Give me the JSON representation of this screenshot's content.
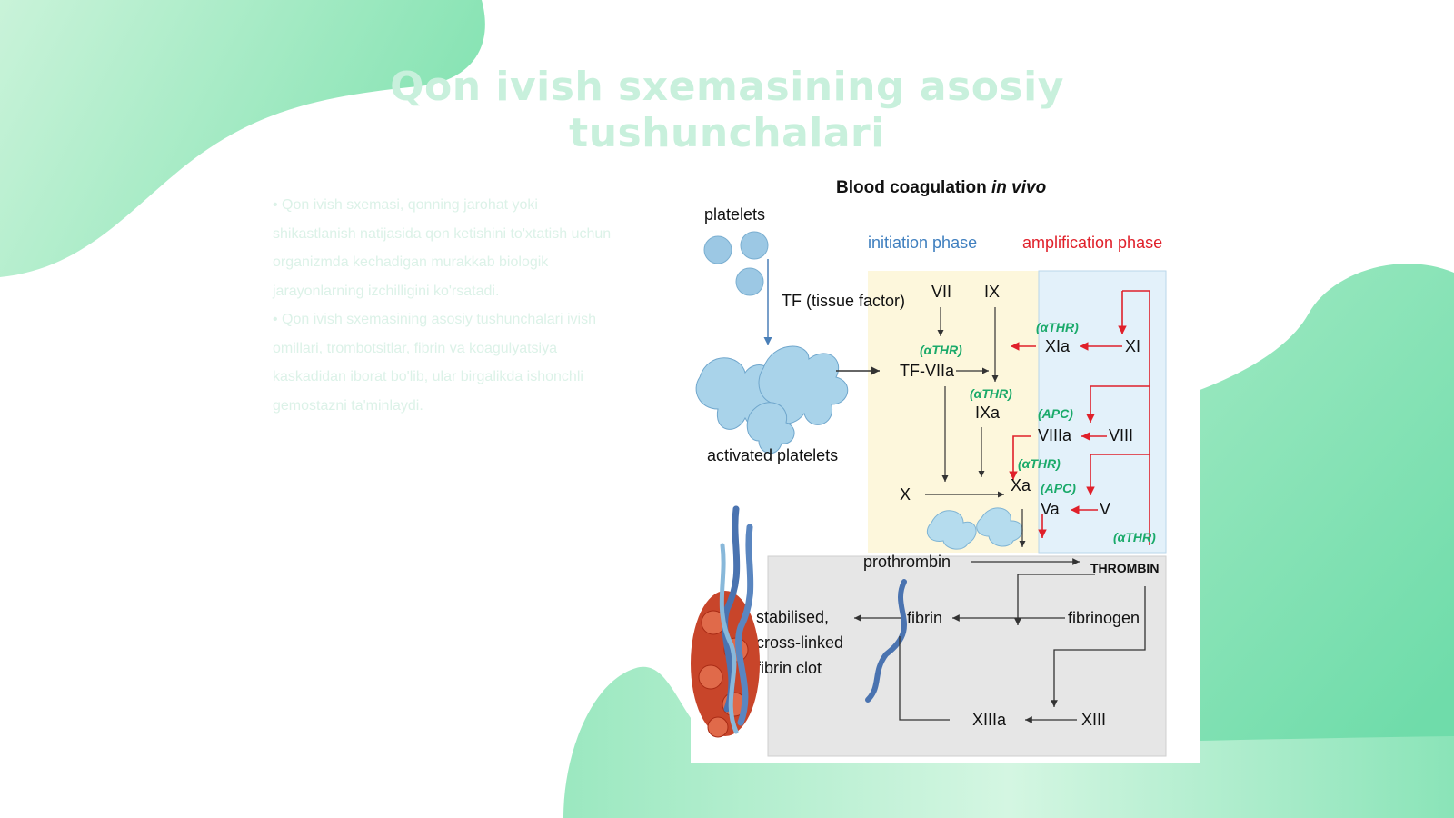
{
  "slide": {
    "title": "Qon ivish sxemasining asosiy tushunchalari",
    "paragraphs": [
      "• Qon ivish sxemasi, qonning jarohat yoki shikastlanish natijasida qon ketishini to'xtatish uchun organizmda kechadigan murakkab biologik jarayonlarning izchilligini ko'rsatadi.",
      "• Qon ivish sxemasining asosiy tushunchalari ivish omillari, trombotsitlar, fibrin va koagulyatsiya kaskadidan iborat bo'lib, ular birgalikda ishonchli gemostazni ta'minlaydi."
    ]
  },
  "diagram": {
    "title_main": "Blood coagulation ",
    "title_italic": "in vivo",
    "platelets": "platelets",
    "activated_platelets": "activated platelets",
    "initiation_phase": "initiation phase",
    "amplification_phase": "amplification phase",
    "tf": "TF (tissue factor)",
    "vii": "VII",
    "ix": "IX",
    "xi": "XI",
    "xia": "XIa",
    "tf_viia": "TF-VIIa",
    "ixa": "IXa",
    "viiia": "VIIIa",
    "viii": "VIII",
    "x": "X",
    "xa": "Xa",
    "va": "Va",
    "v": "V",
    "athr_1": "(αTHR)",
    "athr_2": "(αTHR)",
    "athr_3": "(αTHR)",
    "athr_4": "(αTHR)",
    "athr_5": "(αTHR)",
    "apc_1": "(APC)",
    "apc_2": "(APC)",
    "prothrombin": "prothrombin",
    "thrombin": "THROMBIN",
    "fibrinogen": "fibrinogen",
    "fibrin": "fibrin",
    "clot_line1": "stabilised,",
    "clot_line2": "cross-linked",
    "clot_line3": "fibrin clot",
    "xiiia": "XIIIa",
    "xiii": "XIII"
  },
  "colors": {
    "accent_green": "#7fe0b0",
    "title_color": "#c8f0dc",
    "initiation_blue": "#3f7fbf",
    "amplification_red": "#e0202a",
    "inhibitor_green": "#1aaa6a",
    "yellow_panel": "#fdf7dc",
    "blue_panel": "#e3f1fa",
    "gray_panel": "#e6e6e6"
  }
}
